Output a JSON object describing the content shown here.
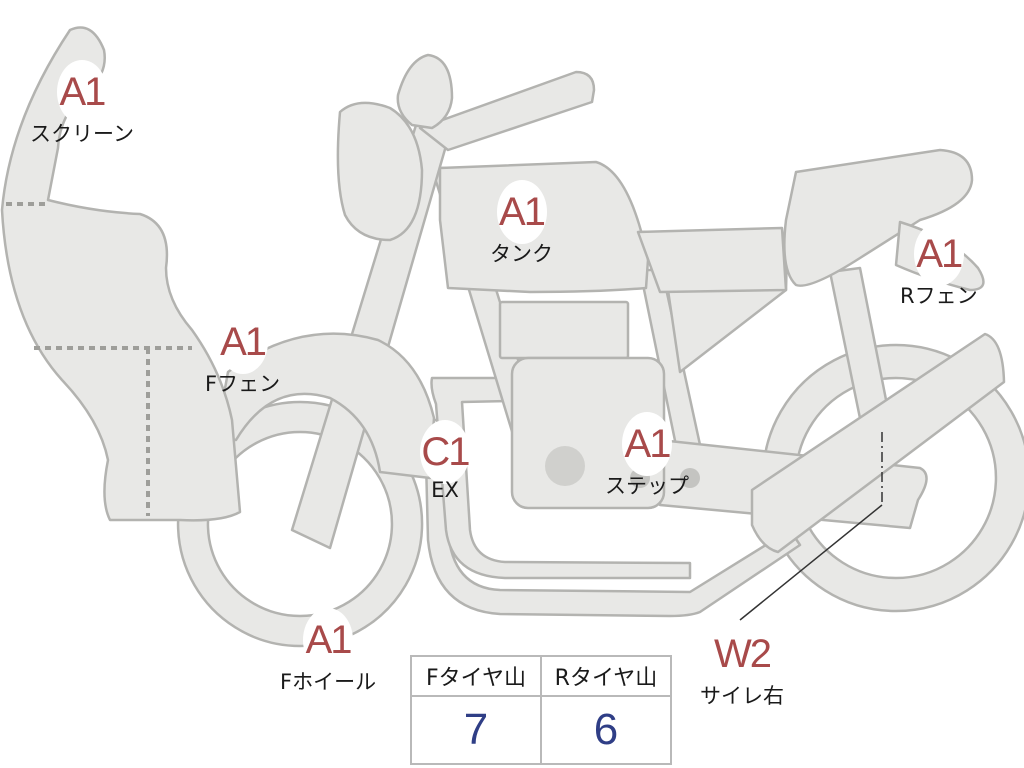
{
  "labels": {
    "screen": {
      "code": "A1",
      "name": "スクリーン"
    },
    "f_fender": {
      "code": "A1",
      "name": "Fフェン"
    },
    "tank": {
      "code": "A1",
      "name": "タンク"
    },
    "r_fender": {
      "code": "A1",
      "name": "Rフェン"
    },
    "exhaust": {
      "code": "C1",
      "name": "EX"
    },
    "step": {
      "code": "A1",
      "name": "ステップ"
    },
    "f_wheel": {
      "code": "A1",
      "name": "Fホイール"
    },
    "muffler_right": {
      "code": "W2",
      "name": "サイレ右"
    }
  },
  "tread_table": {
    "headers": [
      "Fタイヤ山",
      "Rタイヤ山"
    ],
    "values": [
      "7",
      "6"
    ]
  },
  "colors": {
    "part_fill": "#e8e8e6",
    "part_stroke": "#b3b3b0",
    "code_text": "#a84a4a",
    "tread_value": "#2f3e86"
  }
}
